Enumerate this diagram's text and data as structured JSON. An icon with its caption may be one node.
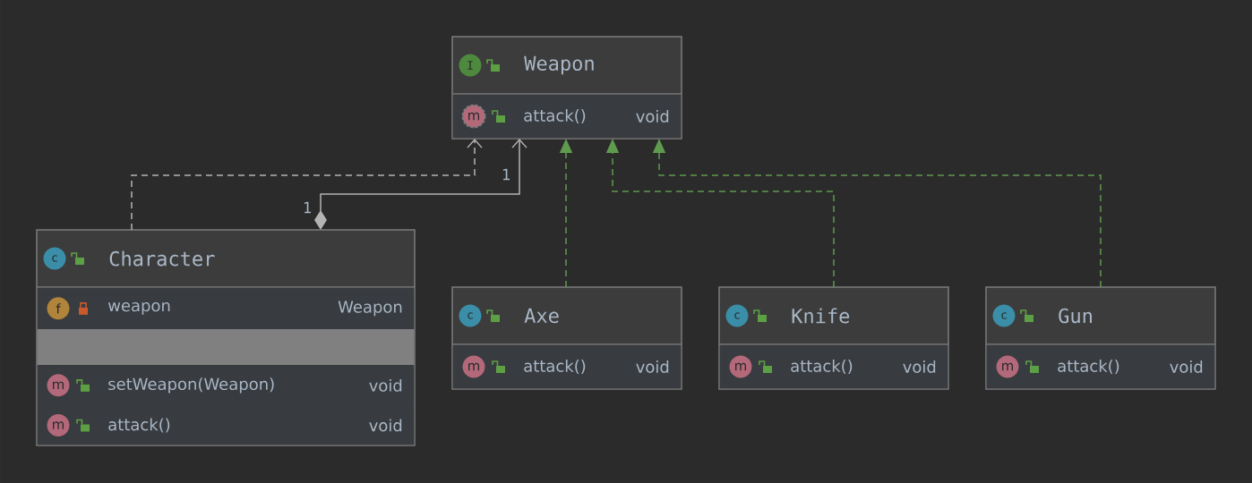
{
  "diagram": {
    "nodes": [
      {
        "text": [
          "I",
          "Weapon"
        ]
      },
      {
        "text": [
          "m",
          "attack()",
          "void"
        ],
        "in": 0
      },
      {
        "text": [
          "c",
          "Character"
        ]
      },
      {
        "text": [
          "f",
          "weapon",
          "Weapon"
        ],
        "in": 2
      },
      {
        "text": [
          "m",
          "setWeapon(Weapon)",
          "void"
        ],
        "in": 2
      },
      {
        "text": [
          "m",
          "attack()",
          "void"
        ],
        "in": 2
      },
      {
        "text": [
          "c",
          "Axe"
        ]
      },
      {
        "text": [
          "m",
          "attack()",
          "void"
        ],
        "in": 6
      },
      {
        "text": [
          "c",
          "Knife"
        ]
      },
      {
        "text": [
          "m",
          "attack()",
          "void"
        ],
        "in": 8
      },
      {
        "text": [
          "c",
          "Gun"
        ]
      },
      {
        "text": [
          "m",
          "attack()",
          "void"
        ],
        "in": 10
      }
    ],
    "edges": [
      {
        "from": 2,
        "to": 0,
        "arrow": "to",
        "style": "dashed",
        "color": "#b4b4b4"
      },
      {
        "from": 2,
        "to": 0,
        "arrow": "to",
        "color": "#b4b4b4"
      },
      {
        "from": 6,
        "to": 0,
        "arrow": "to",
        "style": "dashed"
      },
      {
        "from": 8,
        "to": 0,
        "arrow": "to",
        "style": "dashed"
      },
      {
        "from": 10,
        "to": 0,
        "arrow": "to",
        "style": "dashed"
      }
    ],
    "labels": [
      "1",
      "1"
    ]
  }
}
